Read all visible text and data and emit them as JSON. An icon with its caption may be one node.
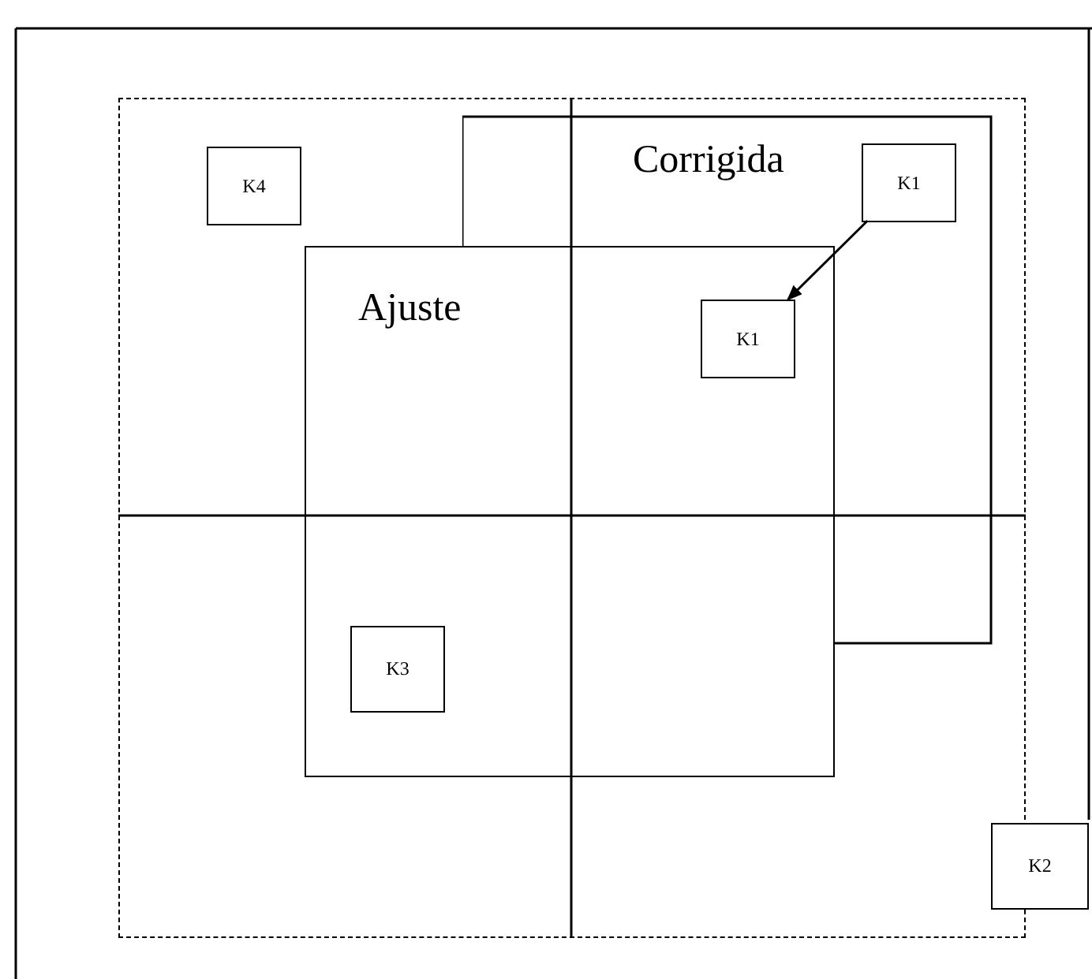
{
  "diagram": {
    "nodes": [
      {
        "text": [],
        "shape": "box"
      },
      {
        "text": [
          "K4"
        ],
        "in": 0
      },
      {
        "text": [
          "Corrigida"
        ],
        "in": 0
      },
      {
        "text": [
          "K1"
        ],
        "in": 2
      },
      {
        "text": [
          "Ajuste"
        ],
        "in": 0
      },
      {
        "text": [
          "K1"
        ]
      },
      {
        "text": [
          "K3"
        ],
        "in": 4
      },
      {
        "text": [
          "K2"
        ]
      }
    ],
    "edges": [
      {
        "from": 3,
        "to": 5,
        "arrow": "to"
      }
    ]
  }
}
